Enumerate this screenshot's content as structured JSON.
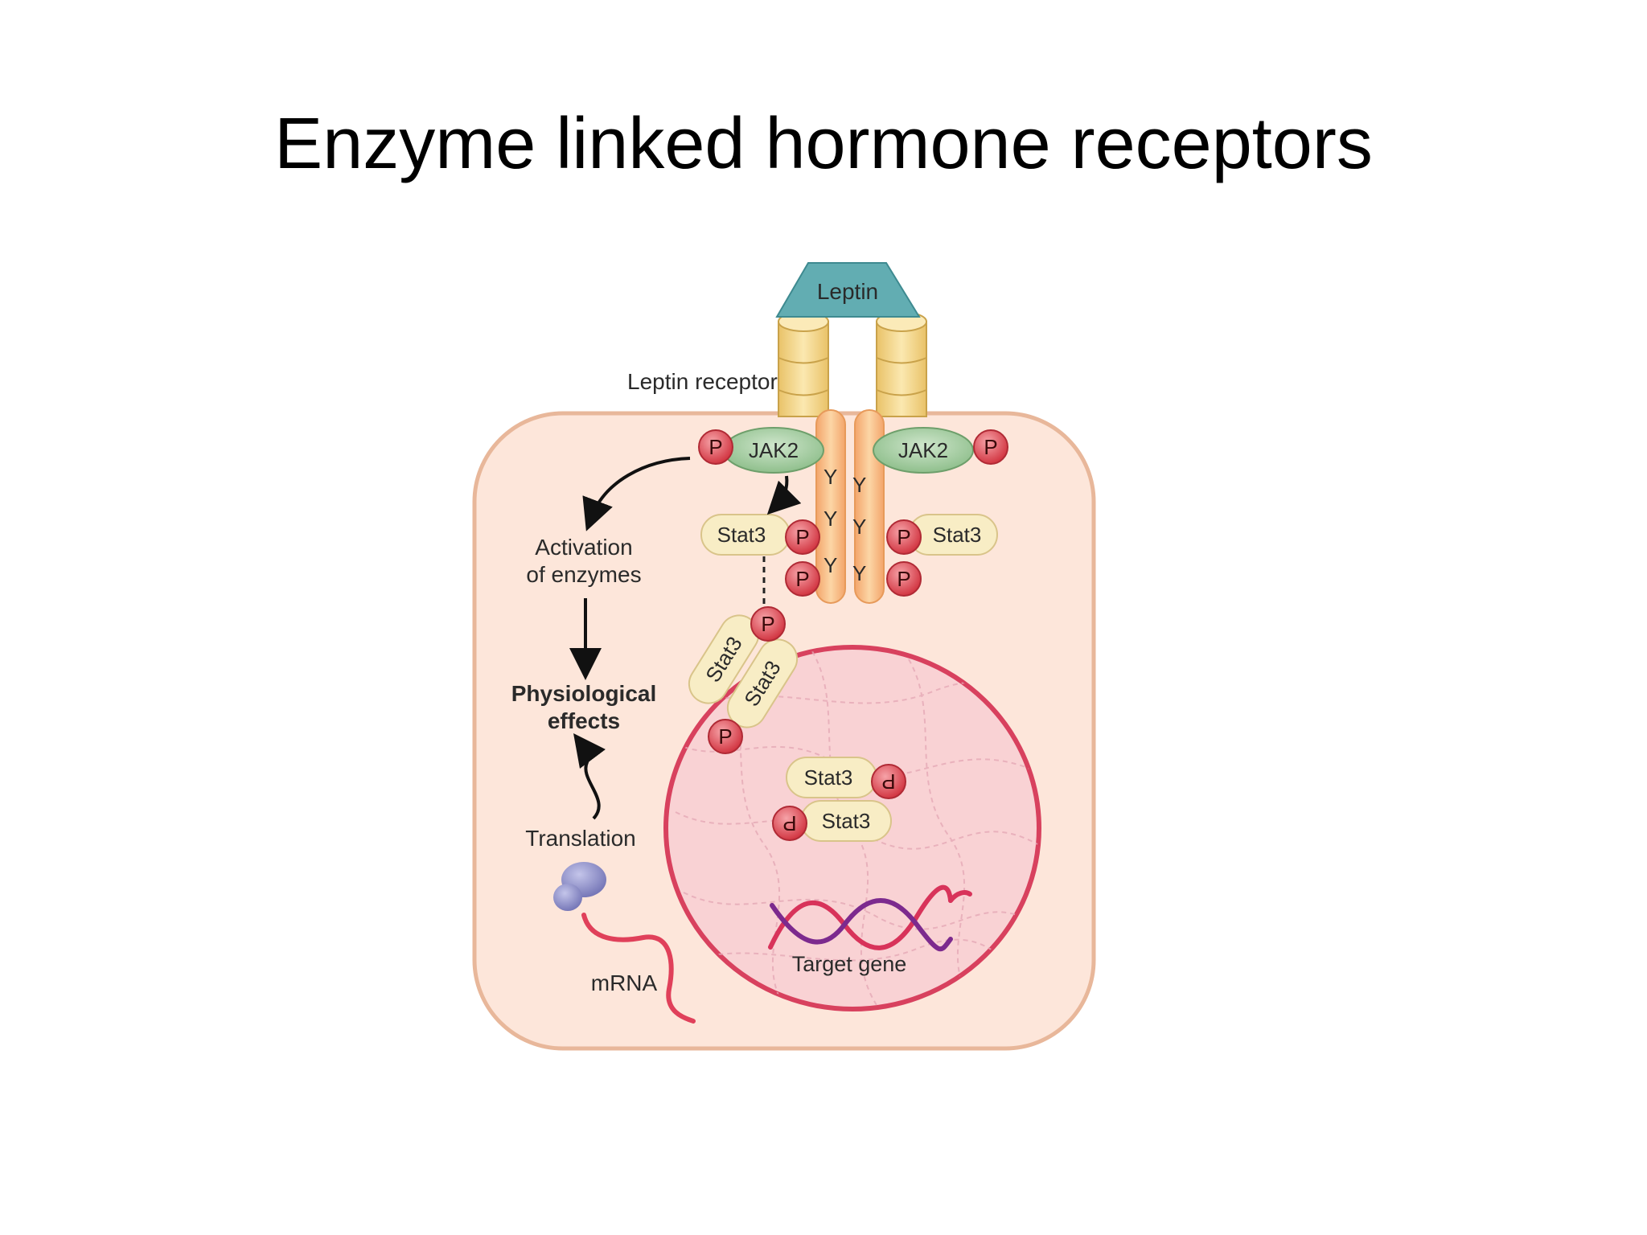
{
  "slide": {
    "title": "Enzyme linked hormone receptors"
  },
  "diagram": {
    "ligand": "Leptin",
    "receptor_label": "Leptin receptor",
    "jak_left": "JAK2",
    "jak_right": "JAK2",
    "phospho": "P",
    "tyrosine": "Y",
    "stat_left": "Stat3",
    "stat_right": "Stat3",
    "dimer_a": "Stat3",
    "dimer_b": "Stat3",
    "nuclear_stat_a": "Stat3",
    "nuclear_stat_b": "Stat3",
    "activation_line1": "Activation",
    "activation_line2": "of enzymes",
    "physio_line1": "Physiological",
    "physio_line2": "effects",
    "translation": "Translation",
    "mrna": "mRNA",
    "target_gene": "Target gene"
  },
  "colors": {
    "cell_fill": "#fde6da",
    "cell_border": "#e8b79a",
    "nucleus_fill": "#f9d2d4",
    "nucleus_border": "#d8415e",
    "leptin": "#62adb2",
    "receptor_cylinder": "#f5d78a",
    "receptor_stalk": "#f6b97a",
    "jak": "#a9cfa6",
    "phospho": "#e04a55",
    "stat": "#f8edc5",
    "ribosome": "#8e8fcb",
    "mrna": "#e0405a",
    "dna_a": "#d8335a",
    "dna_b": "#7c2a8e"
  }
}
